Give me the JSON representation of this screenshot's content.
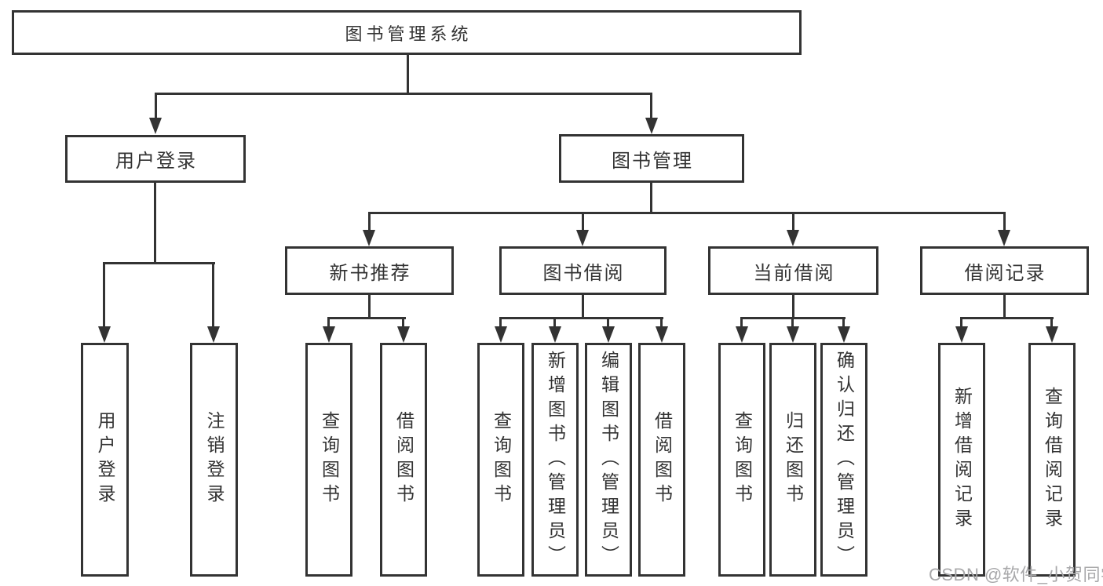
{
  "diagram_type": "functional-structure-tree",
  "tree": {
    "label": "图书管理系统",
    "children": [
      {
        "label": "用户登录",
        "children": [
          {
            "label": "用户登录"
          },
          {
            "label": "注销登录"
          }
        ]
      },
      {
        "label": "图书管理",
        "children": [
          {
            "label": "新书推荐",
            "children": [
              {
                "label": "查询图书"
              },
              {
                "label": "借阅图书"
              }
            ]
          },
          {
            "label": "图书借阅",
            "children": [
              {
                "label": "查询图书"
              },
              {
                "label": "新增图书（管理员）"
              },
              {
                "label": "编辑图书（管理员）"
              },
              {
                "label": "借阅图书"
              }
            ]
          },
          {
            "label": "当前借阅",
            "children": [
              {
                "label": "查询图书"
              },
              {
                "label": "归还图书"
              },
              {
                "label": "确认归还（管理员）"
              }
            ]
          },
          {
            "label": "借阅记录",
            "children": [
              {
                "label": "新增借阅记录"
              },
              {
                "label": "查询借阅记录"
              }
            ]
          }
        ]
      }
    ]
  },
  "watermark": {
    "text": "CSDN @软件_小贺同学"
  },
  "colors": {
    "line": "#333333",
    "text": "#333333",
    "watermark": "#a8a8aa",
    "background": "#ffffff"
  }
}
